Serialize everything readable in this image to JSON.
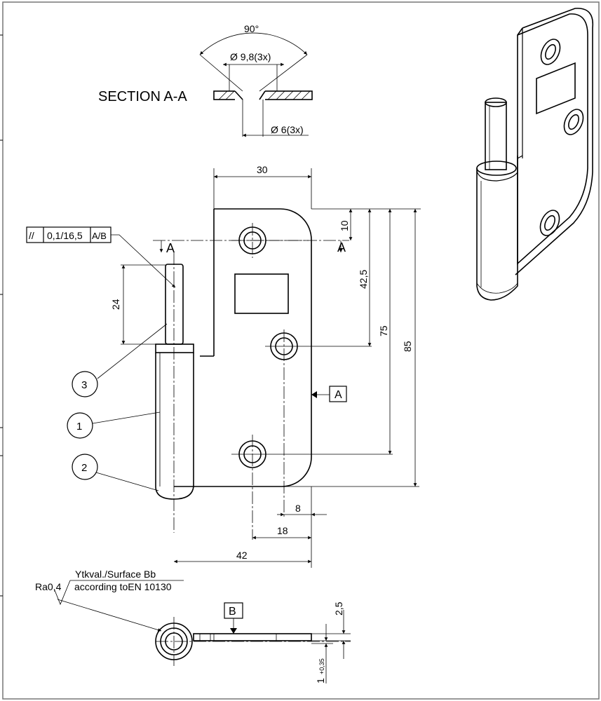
{
  "drawing": {
    "section_title": "SECTION A-A",
    "section": {
      "angle": "90°",
      "countersink_dia": "Ø 9,8(3x)",
      "hole_dia": "Ø 6(3x)"
    },
    "dims": {
      "width": "30",
      "top_offset": "10",
      "hole_spacing_1": "42,5",
      "hole_spacing_2": "75",
      "height": "85",
      "pin_length": "24",
      "hole_x_8": "8",
      "hole_x_18": "18",
      "overall_width": "42",
      "thickness": "2,5",
      "clearance": "1",
      "clearance_tol": "+0,35"
    },
    "section_markers": {
      "left": "A",
      "right": "A"
    },
    "tolerance_frame": {
      "symbol": "//",
      "value": "0,1/16,5",
      "datum": "A/B"
    },
    "datum_a": "A",
    "datum_b": "B",
    "balloons": [
      "3",
      "1",
      "2"
    ],
    "surface": {
      "roughness": "Ra0,4",
      "line1": "Ytkval./Surface Bb",
      "line2": "according toEN 10130"
    }
  }
}
